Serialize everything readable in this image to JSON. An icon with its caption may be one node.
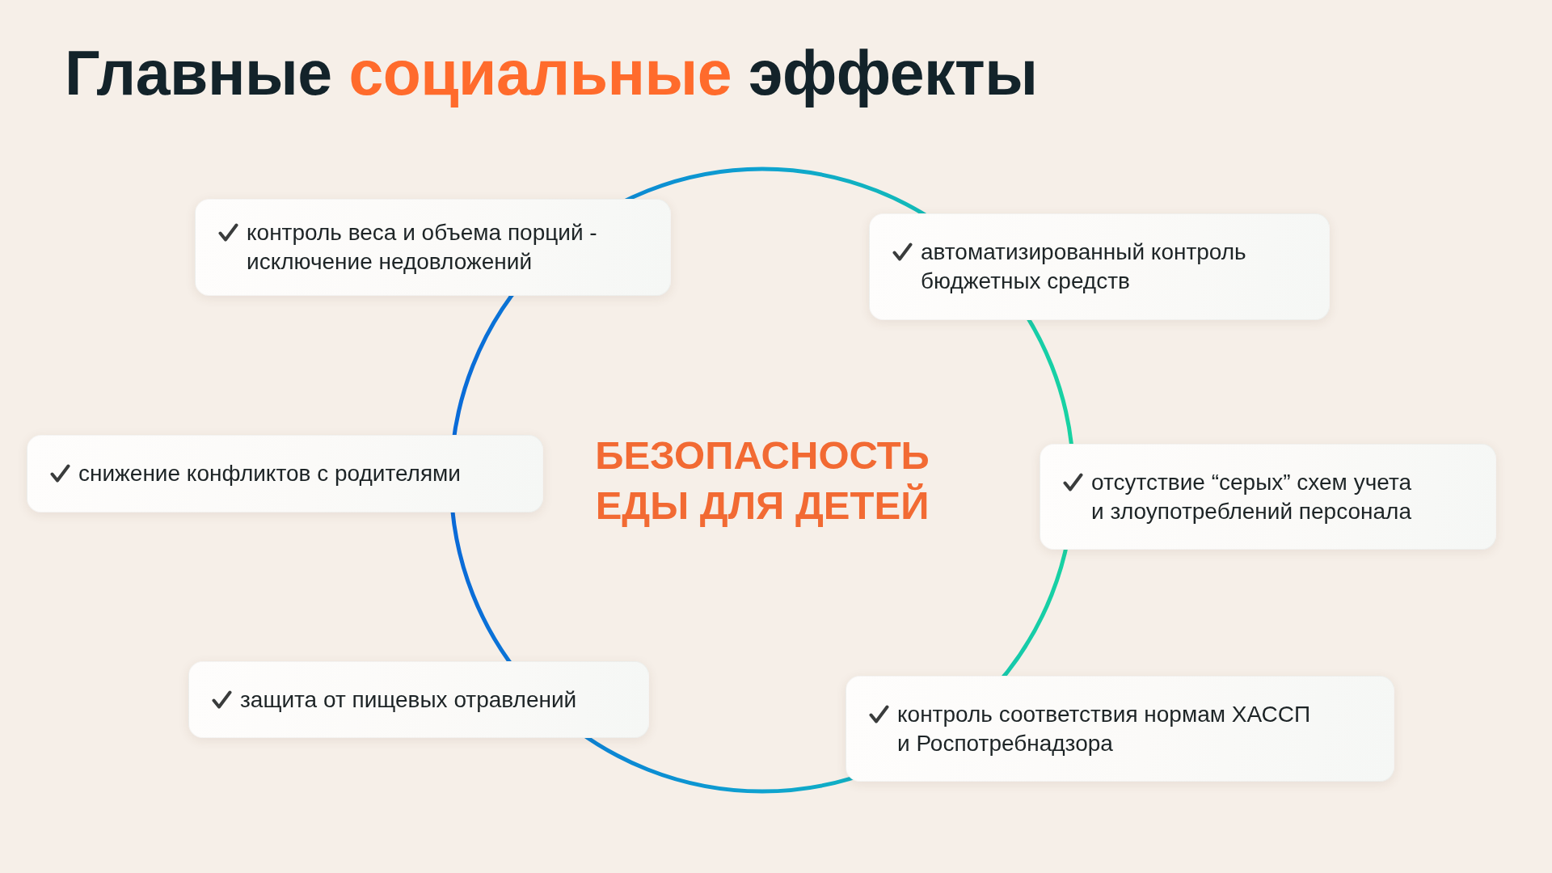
{
  "diagram": {
    "title": "Главные **социальные** эффекты",
    "nodes": [
      {
        "text": [
          "контроль веса и объема порций - исключение недовложений"
        ]
      },
      {
        "text": [
          "автоматизированный контроль бюджетных средств"
        ]
      },
      {
        "text": [
          "снижение конфликтов с родителями"
        ]
      },
      {
        "text": [
          "БЕЗОПАСНОСТЬ ЕДЫ ДЛЯ ДЕТЕЙ"
        ]
      },
      {
        "text": [
          "отсутствие “серых” схем учета и злоупотреблений персонала"
        ]
      },
      {
        "text": [
          "защита от пищевых отравлений"
        ]
      },
      {
        "text": [
          "контроль соответствия нормам ХАССП и Роспотребнадзора"
        ]
      }
    ]
  }
}
